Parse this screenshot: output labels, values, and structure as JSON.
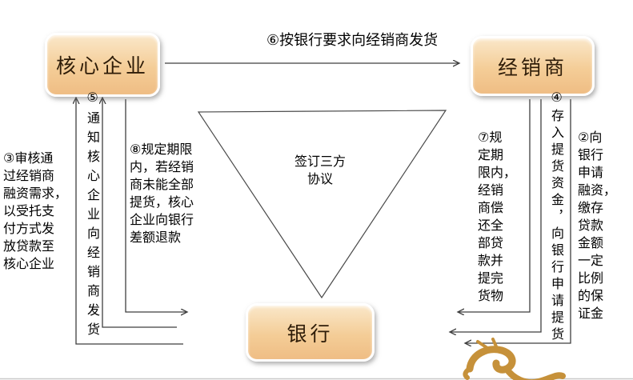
{
  "diagram_type": "flow-diagram",
  "nodes": {
    "core_enterprise": {
      "label": "核心企业"
    },
    "distributor": {
      "label": "经销商"
    },
    "bank": {
      "label": "银行"
    }
  },
  "agreement": {
    "label": "签订三方\n协议"
  },
  "steps": {
    "s2": {
      "text": "②向\n银行\n申请\n融资，\n缴存\n贷款\n金额\n一定\n比例\n的保\n证金",
      "from": "经销商",
      "to": "银行"
    },
    "s3": {
      "text": "③审核通\n过经销商\n融资需求，\n以受托支\n付方式发\n放贷款至\n核心企业",
      "from": "银行",
      "to": "核心企业"
    },
    "s4": {
      "text": "④存入提货资金，向银行申请提货",
      "from": "经销商",
      "to": "银行"
    },
    "s5": {
      "text": "⑤通知核心企业向经销商发货",
      "from": "银行",
      "to": "核心企业"
    },
    "s6": {
      "text": "⑥按银行要求向经销商发货",
      "from": "核心企业",
      "to": "经销商"
    },
    "s7": {
      "text": "⑦规\n定期\n限内，\n经销\n商偿\n还全\n部贷\n款并\n提完\n货物",
      "from": "经销商",
      "to": "银行"
    },
    "s8": {
      "text": "⑧规定期限\n内，若经销\n商未能全部\n提货，核心\n企业向银行\n差额退款",
      "from": "核心企业",
      "to": "银行"
    }
  },
  "colors": {
    "node_fill_top": "#FAE7C9",
    "node_fill_bottom": "#EFBD84",
    "node_border": "#FFFFFF",
    "node_text": "#2E1C08",
    "line": "#3F3F3F",
    "label_text": "#000000",
    "logo_gold": "#C6913A",
    "page_edge": "#C9C9C9"
  },
  "logo": {
    "name": "dragon-logo",
    "color": "#C6913A"
  }
}
